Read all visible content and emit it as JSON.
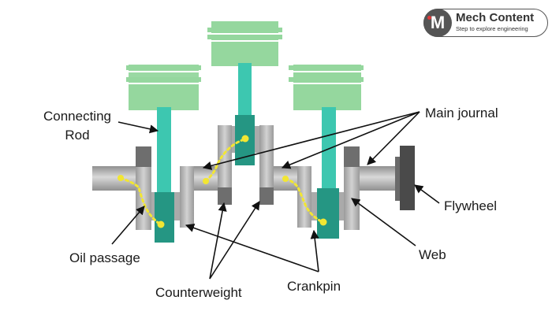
{
  "logo": {
    "badge": "M",
    "title": "Mech Content",
    "tagline": "Step to explore engineering"
  },
  "labels": {
    "connecting_rod_line1": "Connecting",
    "connecting_rod_line2": "Rod",
    "main_journal": "Main journal",
    "flywheel": "Flywheel",
    "oil_passage": "Oil passage",
    "web": "Web",
    "counterweight": "Counterweight",
    "crankpin": "Crankpin"
  },
  "colors": {
    "piston": "#95d79e",
    "connecting_rod": "#3dc7b0",
    "crankpin": "#259683",
    "shaft_light": "#c9c9c9",
    "shaft_dark": "#8f8f8f",
    "counterweight": "#6e6e6e",
    "flywheel": "#4a4a4a",
    "oil": "#f2e633",
    "logo_badge": "#555555"
  }
}
